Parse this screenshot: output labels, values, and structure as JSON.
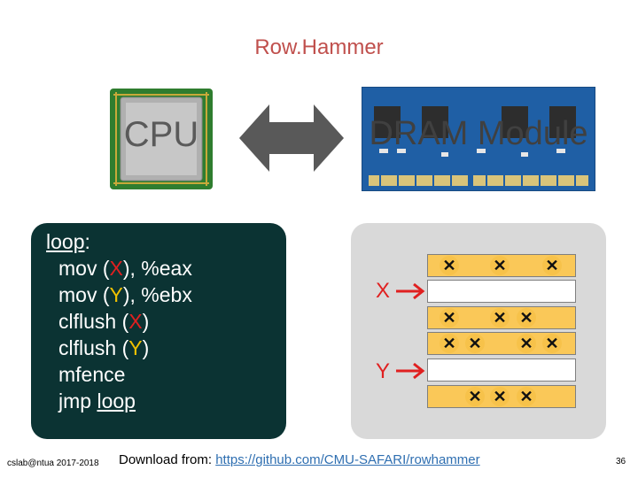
{
  "slide": {
    "title": "Row.Hammer",
    "cpu_label": "CPU",
    "dram_label": "DRAM Module",
    "code": {
      "loop_label": "loop",
      "line1_pre": "mov (",
      "line1_var": "X",
      "line1_post": "), %eax",
      "line2_pre": "mov (",
      "line2_var": "Y",
      "line2_post": "), %ebx",
      "line3_pre": "clflush (",
      "line3_var": "X",
      "line3_post": ")",
      "line4_pre": "clflush (",
      "line4_var": "Y",
      "line4_post": ")",
      "line5": "mfence",
      "line6_pre": "jmp ",
      "line6_label": "loop"
    },
    "memory": {
      "x_label": "X",
      "y_label": "Y"
    },
    "footer_left": "cslab@ntua 2017-2018",
    "download_prefix": "Download from: ",
    "download_url": "https://github.com/CMU-SAFARI/rowhammer",
    "page_number": "36"
  },
  "colors": {
    "title": "#c0504d",
    "code_bg": "#0b3333",
    "red_var": "#e02020",
    "yellow_var": "#f2c200",
    "row_yellow": "#fac858",
    "memory_bg": "#d9d9d9"
  }
}
